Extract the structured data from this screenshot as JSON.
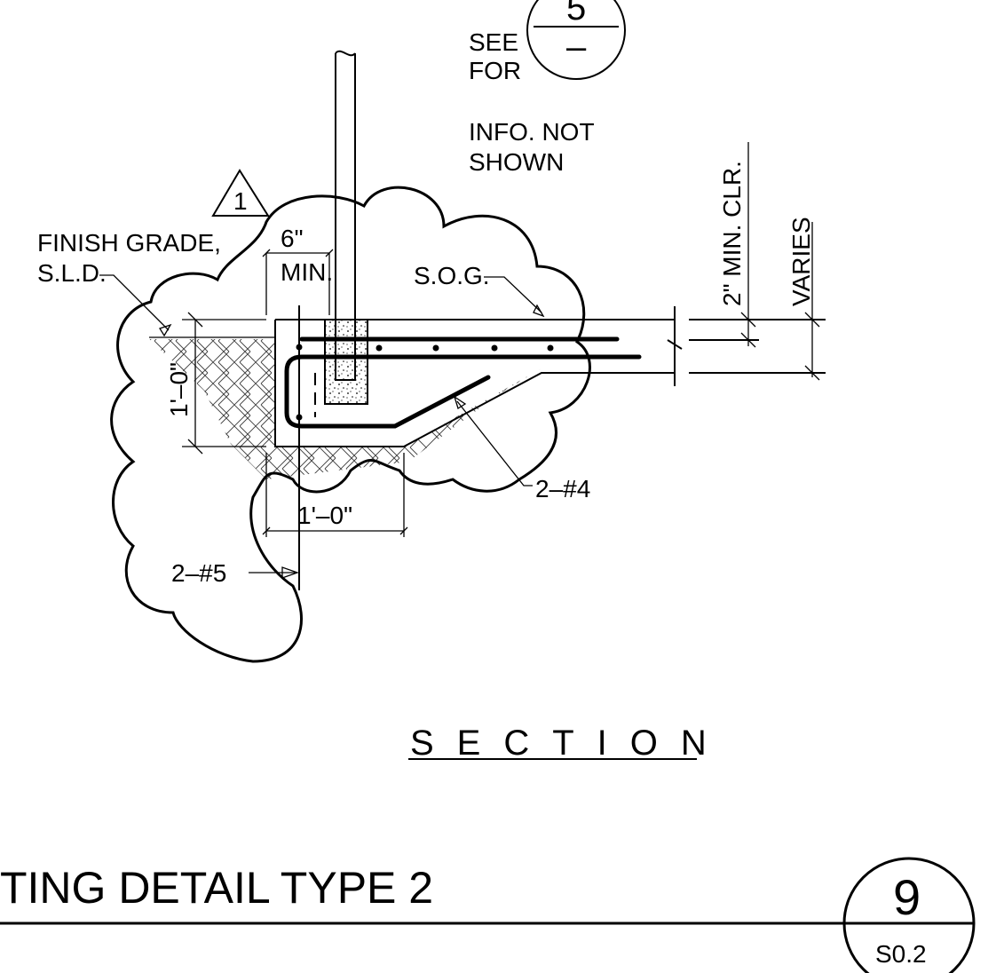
{
  "title": "TING DETAIL TYPE 2",
  "section_label": "SECTION",
  "detail_bubble": {
    "number": "9",
    "sheet": "S0.2"
  },
  "ref_bubble": {
    "number": "5",
    "sheet": "–"
  },
  "revision_tag": "1",
  "notes": {
    "see": "SEE",
    "for": "FOR",
    "info_line1": "INFO. NOT",
    "info_line2": "SHOWN",
    "finish_grade_line1": "FINISH GRADE,",
    "finish_grade_line2": "S.L.D.",
    "sog": "S.O.G.",
    "bars_top": "2–#4",
    "bars_bottom": "2–#5"
  },
  "dimensions": {
    "min_6": "6\"",
    "min_label": "MIN.",
    "depth": "1'–0\"",
    "width": "1'–0\"",
    "clearance": "2\" MIN. CLR.",
    "varies": "VARIES"
  }
}
